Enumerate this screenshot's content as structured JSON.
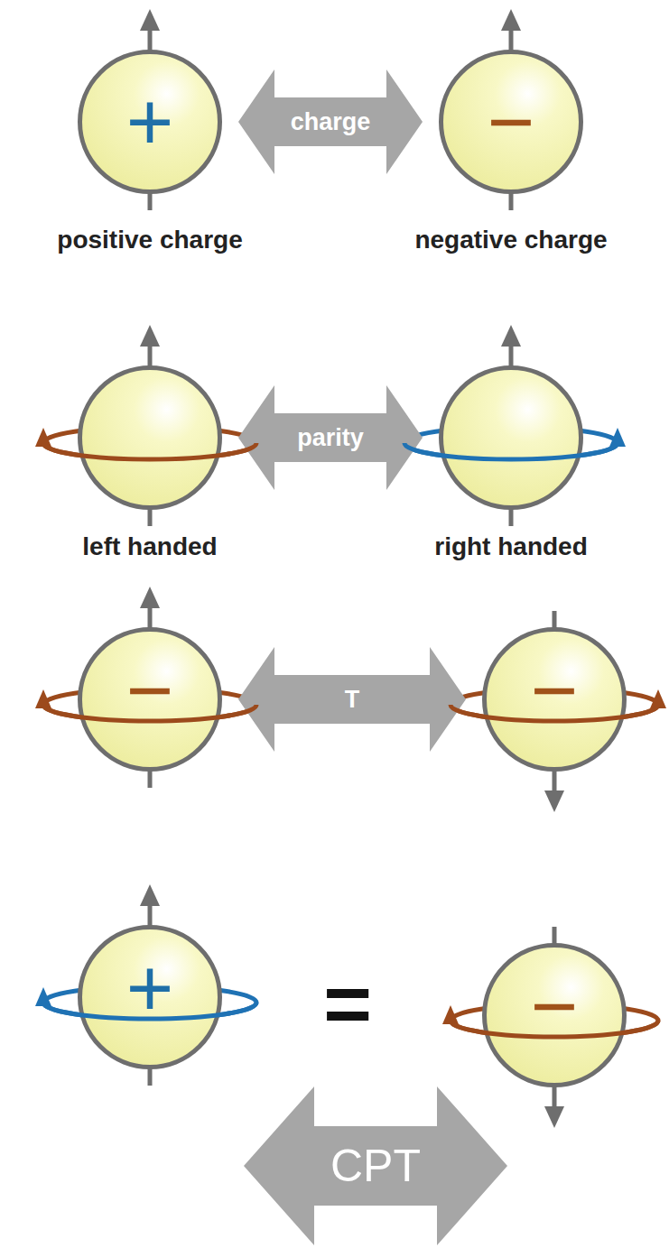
{
  "diagram": {
    "nodes": [
      {
        "text": [
          "+",
          "positive charge"
        ]
      },
      {
        "text": [
          "−",
          "negative charge"
        ]
      },
      {
        "text": [
          "left handed"
        ]
      },
      {
        "text": [
          "right handed"
        ]
      },
      {
        "text": [
          "−"
        ]
      },
      {
        "text": [
          "−"
        ]
      },
      {
        "text": [
          "+"
        ]
      },
      {
        "text": [
          "−"
        ]
      }
    ],
    "edges": [
      {
        "from": 0,
        "to": 1,
        "label": "charge",
        "arrow": "both"
      },
      {
        "from": 2,
        "to": 3,
        "label": "parity",
        "arrow": "both"
      },
      {
        "from": 4,
        "to": 5,
        "label": "T",
        "arrow": "both"
      }
    ],
    "labels": [
      "=",
      "CPT"
    ]
  }
}
